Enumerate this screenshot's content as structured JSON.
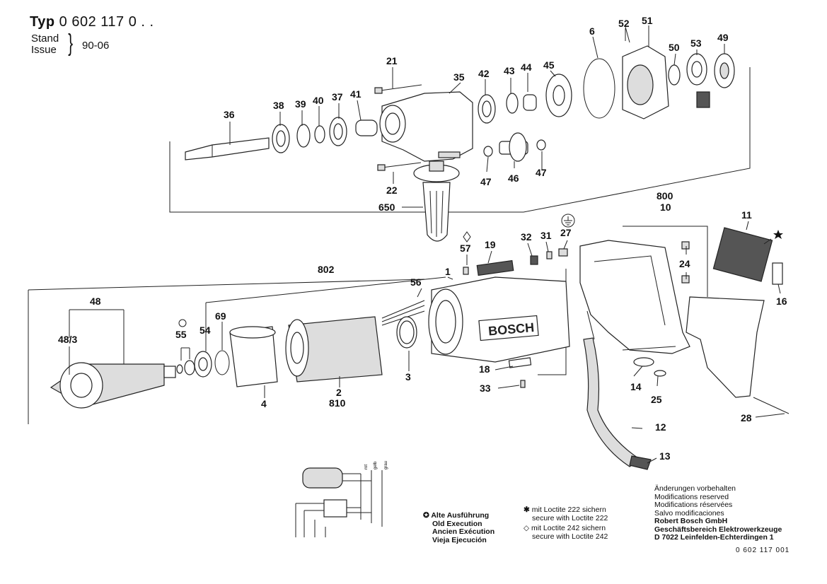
{
  "header": {
    "typ_label": "Typ",
    "typ_number": "0 602 117 0 . .",
    "stand_label": "Stand",
    "issue_label": "Issue",
    "issue_date": "90-06"
  },
  "part_labels": {
    "p36": "36",
    "p38": "38",
    "p39": "39",
    "p40": "40",
    "p37": "37",
    "p41": "41",
    "p21": "21",
    "p35": "35",
    "p42": "42",
    "p43": "43",
    "p44": "44",
    "p45": "45",
    "p6": "6",
    "p52": "52",
    "p51": "51",
    "p50": "50",
    "p53": "53",
    "p49": "49",
    "p47a": "47",
    "p46": "46",
    "p47b": "47",
    "p22": "22",
    "p650": "650",
    "p800": "800",
    "p10": "10",
    "p11": "11",
    "p16": "16",
    "p24": "24",
    "p32": "32",
    "p31": "31",
    "p27": "27",
    "p19": "19",
    "p57": "57",
    "p802": "802",
    "p1": "1",
    "p56": "56",
    "p48": "48",
    "p48_3": "48/3",
    "p55": "55",
    "p54": "54",
    "p69": "69",
    "p4": "4",
    "p2": "2",
    "p810": "810",
    "p3": "3",
    "p18": "18",
    "p33": "33",
    "p14": "14",
    "p25": "25",
    "p28": "28",
    "p12": "12",
    "p13": "13"
  },
  "housing_brand": "BOSCH",
  "wiring_labels": {
    "w1": "rot",
    "w2": "gelb",
    "w3": "grau"
  },
  "legend": {
    "old_execution": [
      "Alte Ausführung",
      "Old Execution",
      "Ancien Exécution",
      "Vieja Ejecución"
    ],
    "loctite_222": [
      "mit Loctite 222 sichern",
      "secure with Loctite 222"
    ],
    "loctite_242": [
      "mit Loctite 242 sichern",
      "secure with Loctite 242"
    ]
  },
  "footer": {
    "notes": [
      "Änderungen vorbehalten",
      "Modifications reserved",
      "Modifications réservées",
      "Salvo modificaciones"
    ],
    "company": [
      "Robert Bosch GmbH",
      "Geschäftsbereich Elektrowerkzeuge",
      "D 7022 Leinfelden-Echterdingen 1"
    ],
    "doc_number": "0 602 117 001"
  }
}
